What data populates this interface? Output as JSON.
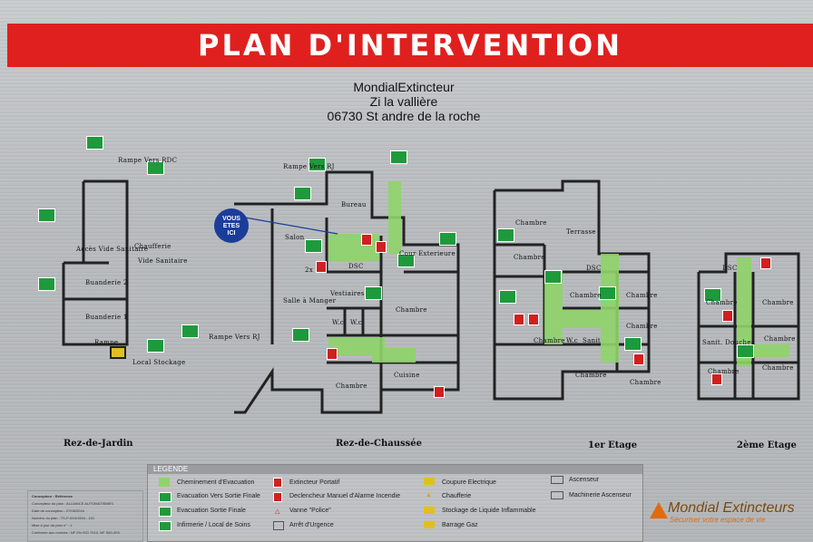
{
  "title": "PLAN D'INTERVENTION",
  "address": {
    "line1": "MondialExtincteur",
    "line2": "Zi la vallière",
    "line3": "06730 St andre de la roche"
  },
  "you_are_here": {
    "line1": "VOUS",
    "line2": "ETES",
    "line3": "ICI"
  },
  "floors": {
    "rdj": "Rez-de-Jardin",
    "rdc": "Rez-de-Chaussée",
    "etage1": "1er Etage",
    "etage2": "2ème Etage"
  },
  "rooms": {
    "rampe_rdc": "Rampe Vers RDC",
    "acces_vide": "Accès Vide Sanitaire",
    "chaufferie": "Chaufferie",
    "vide_sanitaire": "Vide Sanitaire",
    "buanderie2": "Buanderie 2",
    "buanderie1": "Buanderie 1",
    "rampe": "Rampe",
    "local_stockage": "Local Stockage",
    "rampe_rj_top": "Rampe Vers RJ",
    "rampe_rj_bottom": "Rampe Vers RJ",
    "bureau": "Bureau",
    "salon": "Salon",
    "cour_exterieure": "Cour Exterieure",
    "salle_manger": "Salle à Manger",
    "vestiaires": "Vestiaires",
    "chambre": "Chambre",
    "wc": "W.c",
    "cuisine": "Cuisine",
    "terrasse": "Terrasse",
    "sanit": "Sanit",
    "sanit_douches": "Sanit. Douches",
    "dsc": "DSC",
    "count_2x": "2x"
  },
  "legend": {
    "title": "LEGENDE",
    "items": [
      "Cheminement d'Evacuation",
      "Evacuation Vers Sortie Finale",
      "Evacuation Sortie Finale",
      "Infirmerie / Local de Soins",
      "Extincteur Portatif",
      "Declencheur Manuel d'Alarme Incendie",
      "Vanne \"Police\"",
      "Arrêt d'Urgence",
      "Coupure Electrique",
      "Chaufferie",
      "Stockage de Liquide Inflammable",
      "Barrage Gaz",
      "Ascenseur",
      "Machinerie Ascenseur"
    ]
  },
  "footer": {
    "l1": "Concepteur : Référence",
    "l2": "Concepteur du plan : ALLIANCE AUTOMATISMES",
    "l3": "Date de conception : 27/06/2016",
    "l4": "Numéro du plan : TS-P-004/1994 - 101",
    "l5": "Mise à jour du plan n° : 1",
    "l6": "Conforme aux normes : NF EN ISO 7010, NF S60-303"
  },
  "brand": {
    "name": "Mondial Extincteurs",
    "tagline": "Sécuriser votre espace de vie"
  },
  "colors": {
    "title_bar": "#e0201f",
    "evacuation_path": "#8fd46a",
    "exit_sign": "#1e9a3c",
    "extinguisher": "#d0201f",
    "you_are_here": "#1b3d9a"
  }
}
